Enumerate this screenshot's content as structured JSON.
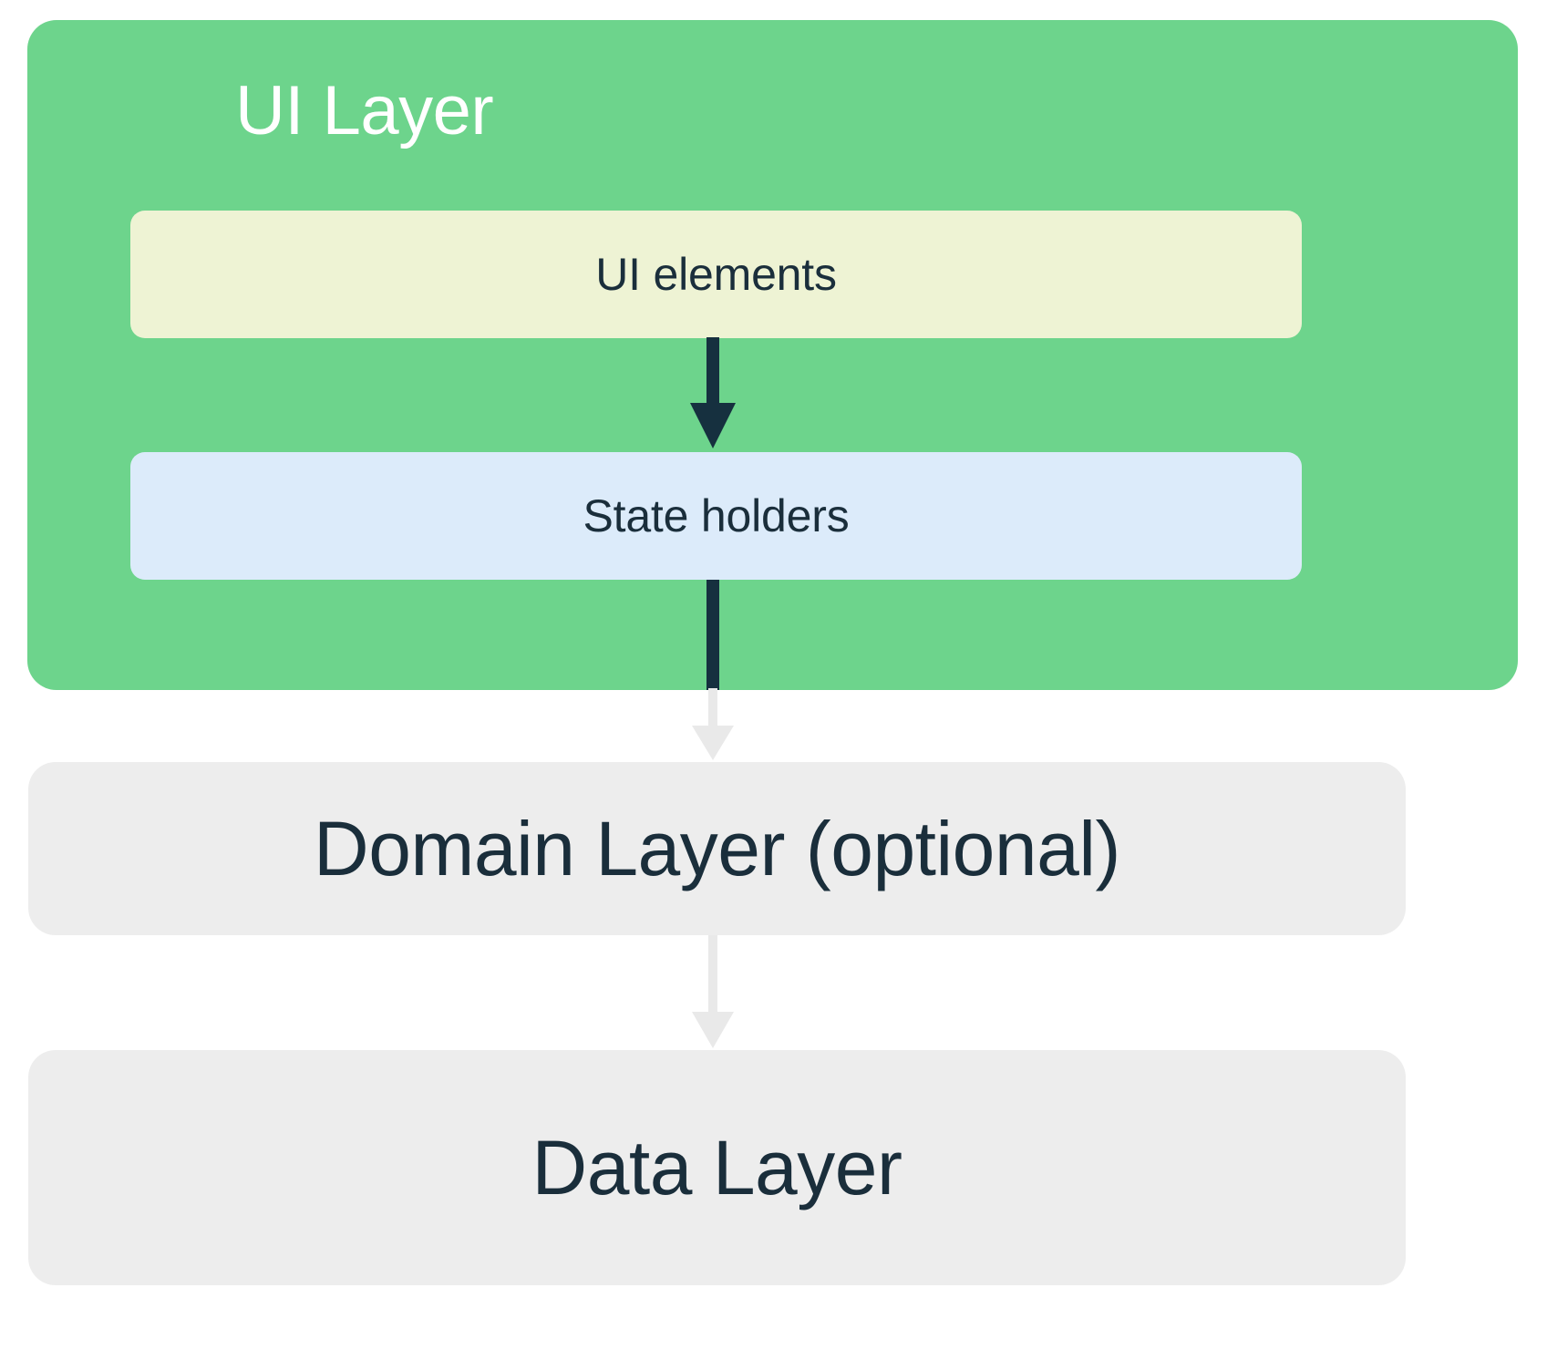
{
  "diagram": {
    "title": "UI Layer",
    "type": "layered-architecture",
    "layers": [
      {
        "id": "ui-layer",
        "label": "UI Layer",
        "color": "#6DD48C",
        "text_color": "#FFFFFF",
        "children": [
          {
            "id": "ui-elements",
            "label": "UI elements",
            "color": "#EEF3D4",
            "text_color": "#1A2E3B"
          },
          {
            "id": "state-holders",
            "label": "State holders",
            "color": "#DCEBFA",
            "text_color": "#1A2E3B"
          }
        ]
      },
      {
        "id": "domain-layer",
        "label": "Domain Layer (optional)",
        "color": "#EDEDED",
        "text_color": "#1A2E3B"
      },
      {
        "id": "data-layer",
        "label": "Data Layer",
        "color": "#EDEDED",
        "text_color": "#1A2E3B"
      }
    ],
    "arrows": [
      {
        "id": "arrow-ui-elements-to-state-holders",
        "from": "ui-elements",
        "to": "state-holders",
        "color": "#16303F",
        "direction": "down"
      },
      {
        "id": "arrow-state-holders-to-domain",
        "from": "state-holders",
        "to": "domain-layer",
        "color": "#E2E2E2",
        "stem_color": "#16303F",
        "direction": "down"
      },
      {
        "id": "arrow-domain-to-data",
        "from": "domain-layer",
        "to": "data-layer",
        "color": "#E2E2E2",
        "direction": "down"
      }
    ],
    "colors": {
      "green": "#6DD48C",
      "cream": "#EEF3D4",
      "light_blue": "#DCEBFA",
      "gray": "#EDEDED",
      "navy": "#1A2E3B",
      "arrow_gray": "#E2E2E2",
      "background": "#FFFFFF"
    }
  }
}
